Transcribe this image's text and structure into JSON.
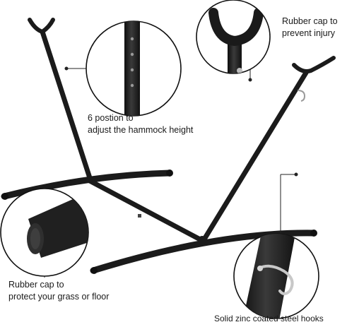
{
  "callouts": {
    "height_adjust": {
      "line1": "6 postion to",
      "line2": "adjust the hammock height"
    },
    "top_cap": {
      "line1": "Rubber cap to",
      "line2": "prevent injury"
    },
    "foot_cap": {
      "line1": "Rubber cap to",
      "line2": "protect your grass or floor"
    },
    "hooks": {
      "line1": "Solid zinc coated steel hooks"
    }
  },
  "colors": {
    "frame": "#1b1b1b",
    "cap": "#2a2a2a",
    "hook": "#b8b8b8",
    "leader": "#222222"
  }
}
